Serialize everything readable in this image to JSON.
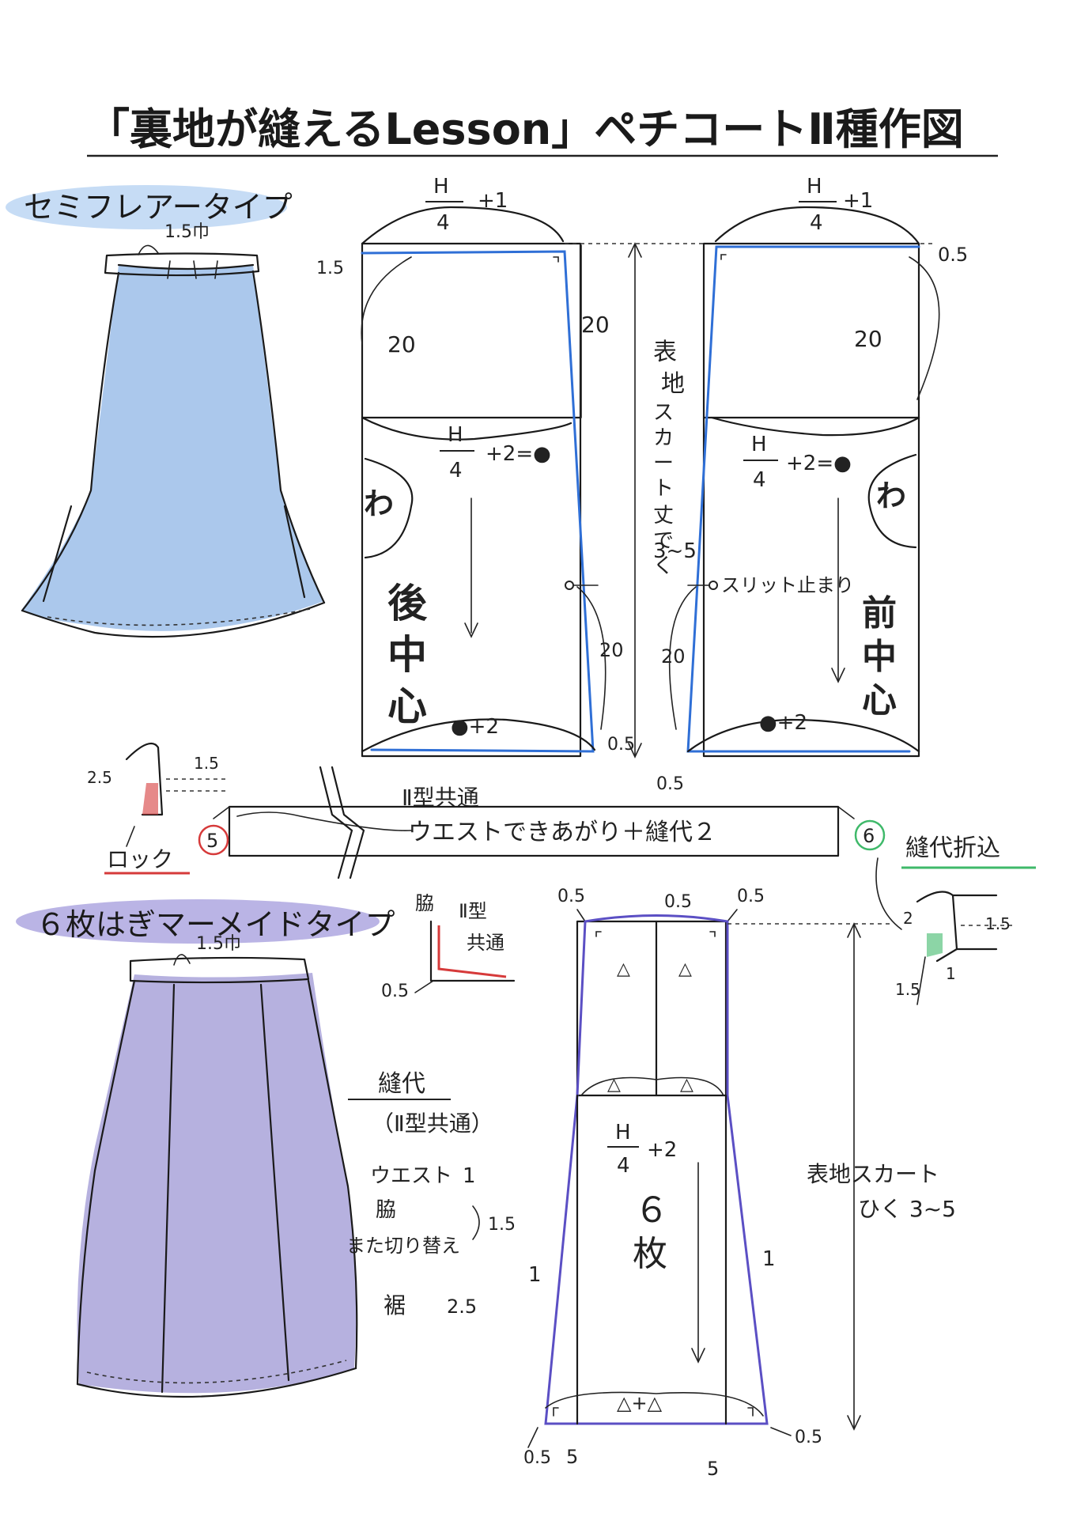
{
  "title": "「裏地が縫えるLesson」ペチコートⅡ種作図",
  "semi_flare": {
    "type_label": "セミフレアータイプ",
    "waist_width": "1.5巾",
    "back": {
      "top_measure_num": "H",
      "top_measure_den": "4",
      "top_measure_add": "+1",
      "left_margin": "1.5",
      "yoke_depth_left": "20",
      "yoke_depth_right": "20",
      "hip_num": "H",
      "hip_den": "4",
      "hip_add": "+2=●",
      "wa_mark": "わ",
      "center_label": [
        "後",
        "中",
        "心"
      ],
      "slit_len": "20",
      "hem_add": "●+2",
      "hem_margin": "0.5"
    },
    "center_note": [
      "表",
      "地",
      "ス",
      "カ",
      "ー",
      "ト",
      "丈",
      "で",
      "く",
      "3~5"
    ],
    "front": {
      "top_measure_num": "H",
      "top_measure_den": "4",
      "top_measure_add": "+1",
      "right_margin": "0.5",
      "yoke_depth": "20",
      "hip_num": "H",
      "hip_den": "4",
      "hip_add": "+2=●",
      "wa_mark": "わ",
      "slit_stop": "スリット止まり",
      "center_label": [
        "前",
        "中",
        "心"
      ],
      "slit_len": "20",
      "hem_add": "●+2",
      "hem_margin": "0.5"
    }
  },
  "waistband": {
    "common_label": "Ⅱ型共通",
    "label": "ウエストできあがり＋縫代２",
    "step_left": "5",
    "step_right": "6",
    "left_detail": {
      "v1": "2.5",
      "v2": "1.5",
      "caption": "ロック"
    },
    "right_caption": "縫代折込"
  },
  "mermaid": {
    "type_label": "６枚はぎマーメイドタイプ",
    "waist_width": "1.5巾",
    "side_detail": {
      "l1": "脇",
      "l2": "Ⅱ型",
      "l3": "共通",
      "v": "0.5"
    },
    "seam_allowance": {
      "heading": "縫代",
      "sub": "（Ⅱ型共通）",
      "waist_label": "ウエスト",
      "waist_val": "1",
      "side_label": "脇",
      "switch_label": "また切り替え",
      "side_val": "1.5",
      "hem_label": "裾",
      "hem_val": "2.5"
    },
    "top_margins": [
      "0.5",
      "0.5",
      "0.5"
    ],
    "triangle": "△",
    "hip_num": "H",
    "hip_den": "4",
    "hip_add": "+2",
    "pieces": "６",
    "pieces_unit": "枚",
    "flare_left": "1",
    "flare_right": "1",
    "hem_add": "△+△",
    "bottom_margins": [
      "0.5",
      "5",
      "5",
      "0.5"
    ],
    "length_note_1": "表地スカート",
    "length_note_2": "ひく 3~5",
    "right_detail": {
      "v1": "2",
      "v2": "1.5",
      "v3": "1",
      "v4": "1.5"
    }
  },
  "colors": {
    "blue": "#2f6fd6",
    "blue_fill": "#8fb6e6",
    "purple": "#5b4fc4",
    "purple_fill": "#9d97d4",
    "red": "#d63a3a",
    "green": "#3fb96a"
  }
}
